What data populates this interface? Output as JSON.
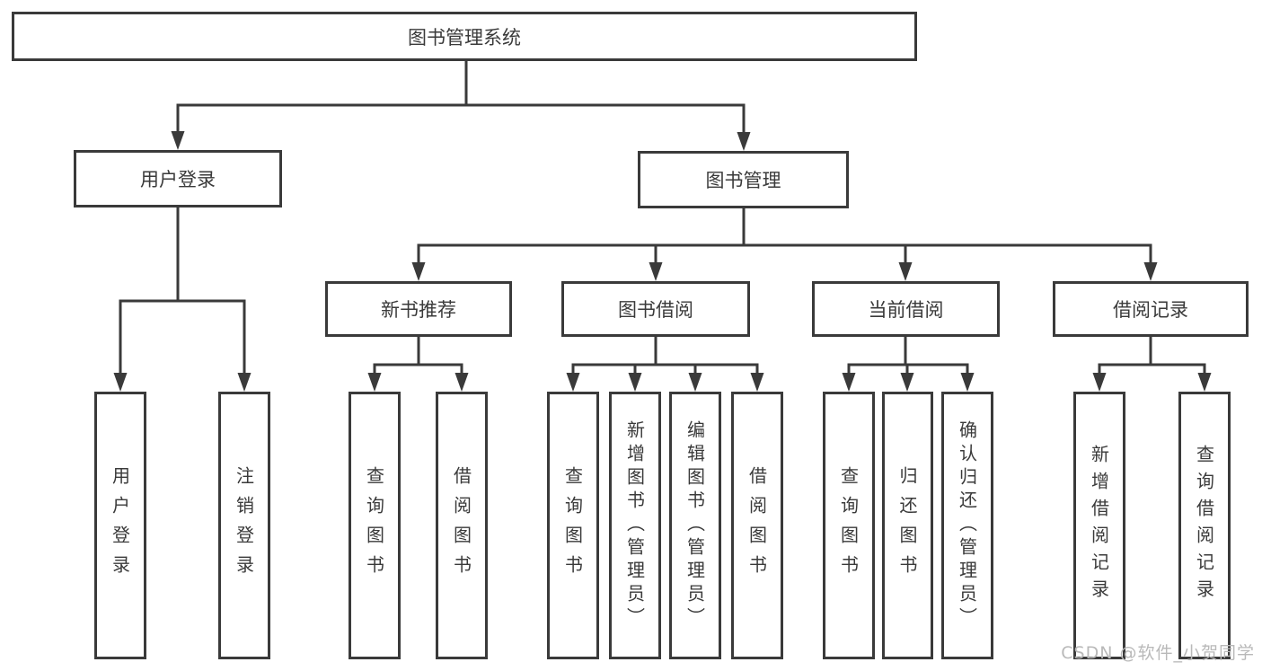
{
  "diagram": {
    "root": {
      "label": "图书管理系统"
    },
    "branches": [
      {
        "label": "用户登录",
        "children": [
          {
            "label": "用户登录"
          },
          {
            "label": "注销登录"
          }
        ]
      },
      {
        "label": "图书管理",
        "children": [
          {
            "label": "新书推荐",
            "children": [
              {
                "label": "查询图书"
              },
              {
                "label": "借阅图书"
              }
            ]
          },
          {
            "label": "图书借阅",
            "children": [
              {
                "label": "查询图书"
              },
              {
                "label": "新增图书（管理员）"
              },
              {
                "label": "编辑图书（管理员）"
              },
              {
                "label": "借阅图书"
              }
            ]
          },
          {
            "label": "当前借阅",
            "children": [
              {
                "label": "查询图书"
              },
              {
                "label": "归还图书"
              },
              {
                "label": "确认归还（管理员）"
              }
            ]
          },
          {
            "label": "借阅记录",
            "children": [
              {
                "label": "新增借阅记录"
              },
              {
                "label": "查询借阅记录"
              }
            ]
          }
        ]
      }
    ]
  },
  "watermark": "CSDN @软件_小贺同学",
  "colors": {
    "line": "#3a3a3a",
    "text": "#3a3a3a",
    "watermark": "#b9b9b9"
  }
}
